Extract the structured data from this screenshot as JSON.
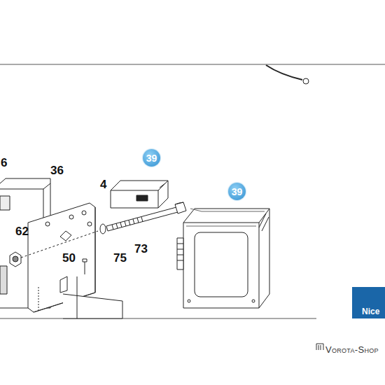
{
  "diagram": {
    "nodes": [
      {
        "text": [
          "39"
        ]
      },
      {
        "text": [
          "39"
        ]
      },
      {
        "text": [
          "Nice"
        ]
      }
    ],
    "labels": [
      "6",
      "36",
      "4",
      "62",
      "50",
      "75",
      "73",
      "Vorota-Shop"
    ]
  }
}
